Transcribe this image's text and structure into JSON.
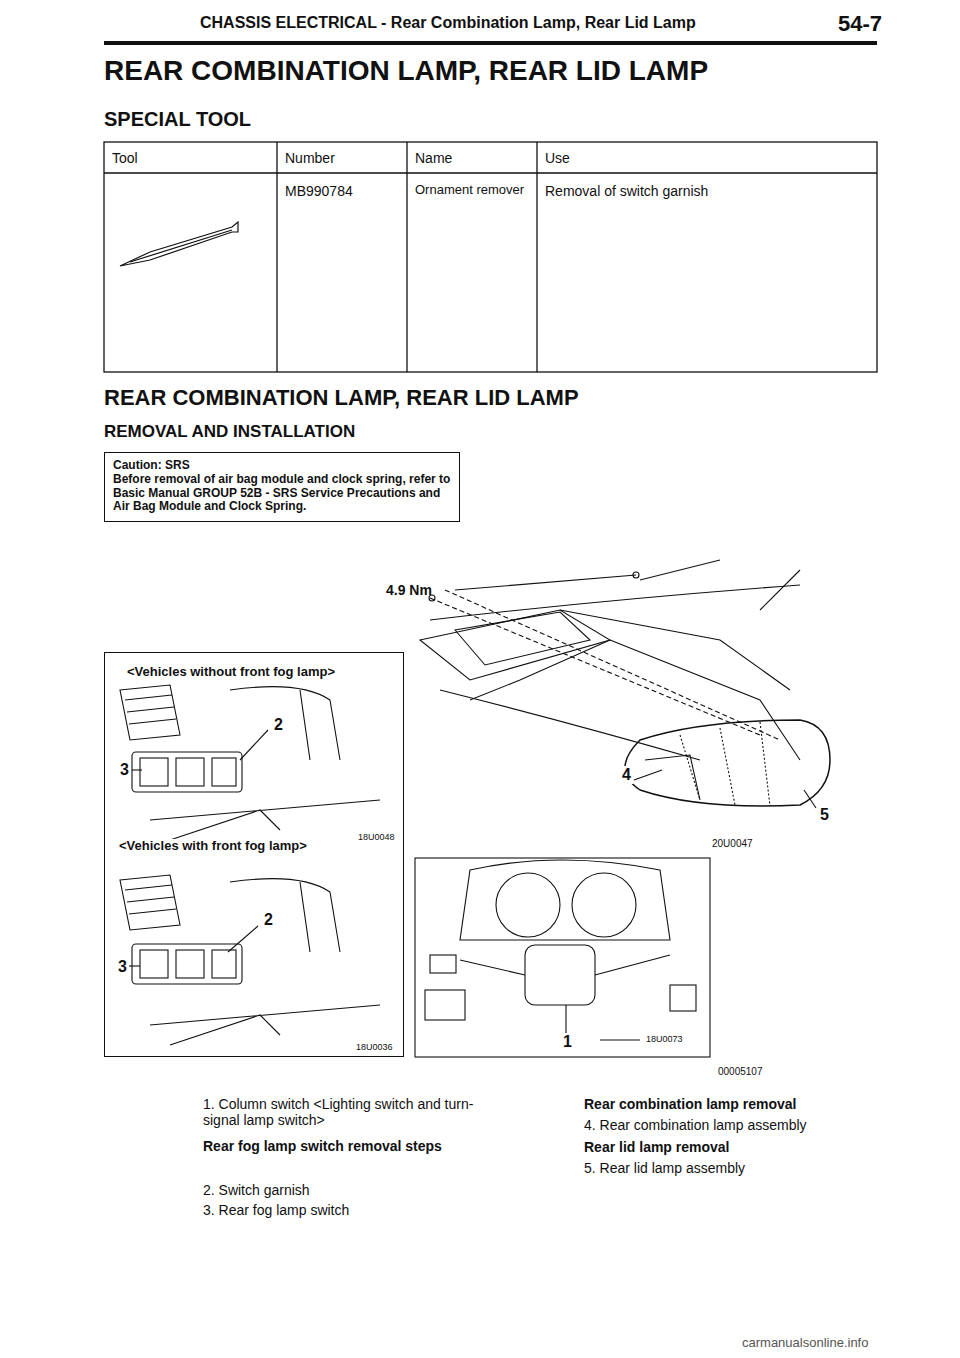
{
  "diagram": {
    "title": "REAR COMBINATION LAMP, REAR LID LAMP",
    "nodes": [
      {
        "text": [
          "Caution: SRS",
          "Before removal of air bag module and clock spring, refer to Basic Manual GROUP 52B - SRS Service Precautions and Air Bag Module and Clock Spring."
        ]
      },
      {
        "text": [
          "<Vehicles without front fog lamp>",
          "<Vehicles with front fog lamp>"
        ]
      }
    ],
    "labels": [
      "CHASSIS ELECTRICAL - Rear Combination Lamp, Rear Lid Lamp",
      "54-7",
      "SPECIAL TOOL",
      "Tool",
      "Number",
      "Name",
      "Use",
      "MB990784",
      "Ornament remover",
      "Removal of switch garnish",
      "REAR COMBINATION LAMP, REAR LID LAMP",
      "REMOVAL AND INSTALLATION",
      "4.9 Nm",
      "2",
      "3",
      "18U0048",
      "2",
      "3",
      "18U0036",
      "1",
      "18U0073",
      "4",
      "5",
      "20U0047",
      "00005107",
      "1. Column switch <Lighting switch and turn-signal lamp switch>",
      "Rear fog lamp switch removal steps",
      "2. Switch garnish",
      "3. Rear fog lamp switch",
      "Rear combination lamp removal",
      "4. Rear combination lamp assembly",
      "Rear lid lamp removal",
      "5. Rear lid lamp assembly",
      "carmanualsonline.info"
    ]
  }
}
